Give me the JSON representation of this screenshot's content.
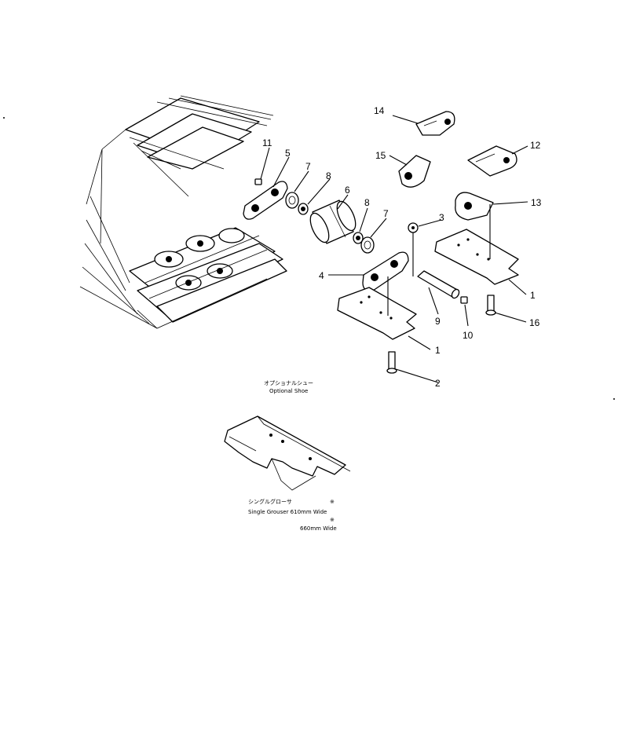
{
  "callouts": {
    "c1a": "1",
    "c1b": "1",
    "c2": "2",
    "c3": "3",
    "c4": "4",
    "c5": "5",
    "c6": "6",
    "c7a": "7",
    "c7b": "7",
    "c8a": "8",
    "c8b": "8",
    "c9": "9",
    "c10": "10",
    "c11": "11",
    "c12": "12",
    "c13": "13",
    "c14": "14",
    "c15": "15",
    "c16": "16"
  },
  "captions": {
    "optional_jp": "オプショナルシュー",
    "optional_en": "Optional Shoe",
    "single_jp": "シングルグローサ",
    "mark1": "※",
    "single_en": "Single Grouser 610mm Wide",
    "mark2": "※",
    "width2": "660mm Wide"
  }
}
